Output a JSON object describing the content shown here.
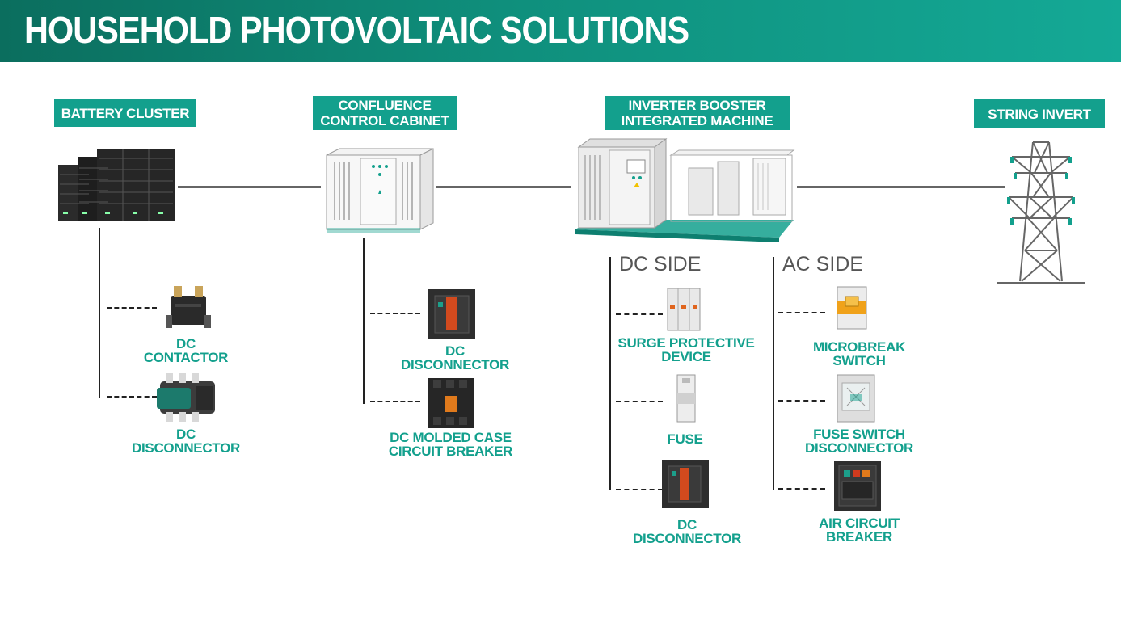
{
  "header": {
    "title": "HOUSEHOLD PHOTOVOLTAIC SOLUTIONS"
  },
  "stages": {
    "battery_cluster": "BATTERY CLUSTER",
    "confluence_cabinet": "CONFLUENCE\nCONTROL CABINET",
    "inverter_booster": "INVERTER BOOSTER\nINTEGRATED MACHINE",
    "string_invert": "STRING INVERT"
  },
  "battery_components": {
    "dc_contactor": "DC\nCONTACTOR",
    "dc_disconnector": "DC\nDISCONNECTOR"
  },
  "cabinet_components": {
    "dc_disconnector": "DC\nDISCONNECTOR",
    "dc_molded_case_breaker": "DC MOLDED CASE\nCIRCUIT BREAKER"
  },
  "dc_side": {
    "heading": "DC SIDE",
    "surge_protective_device": "SURGE PROTECTIVE\nDEVICE",
    "fuse": "FUSE",
    "dc_disconnector": "DC\nDISCONNECTOR"
  },
  "ac_side": {
    "heading": "AC SIDE",
    "microbreak_switch": "MICROBREAK\nSWITCH",
    "fuse_switch_disconnector": "FUSE SWITCH\nDISCONNECTOR",
    "air_circuit_breaker": "AIR CIRCUIT\nBREAKER"
  },
  "colors": {
    "accent": "#13a08d",
    "banner_dark": "#0b6e5e",
    "banner_light": "#14a996",
    "line": "#666666"
  },
  "icons": [
    "battery-rack-icon",
    "cabinet-icon",
    "inverter-station-icon",
    "transmission-tower-icon",
    "contactor-icon",
    "disconnector-icon",
    "breaker-icon",
    "surge-protector-icon",
    "fuse-icon",
    "microbreak-icon",
    "fuse-switch-icon",
    "air-breaker-icon"
  ]
}
